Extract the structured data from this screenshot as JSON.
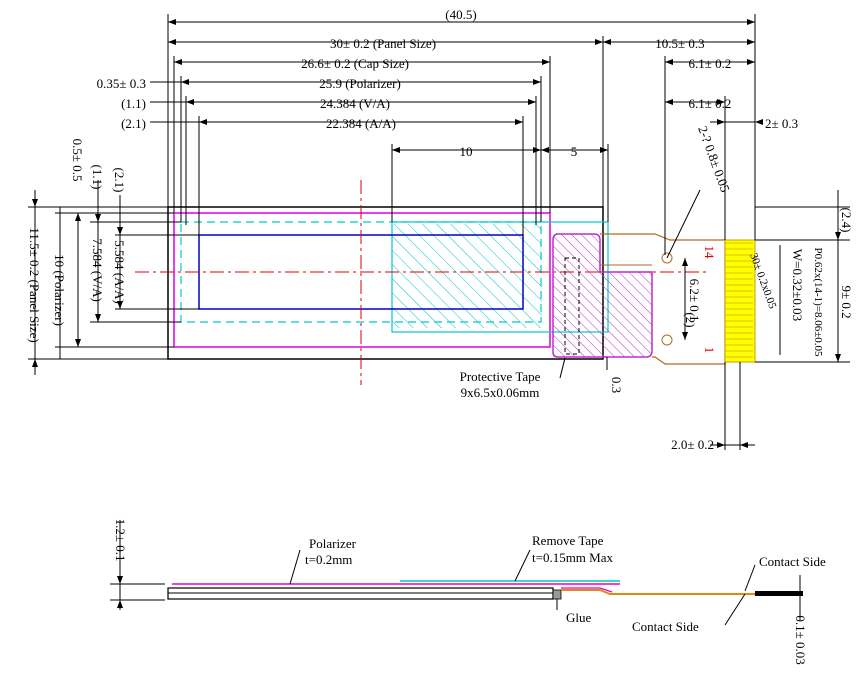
{
  "colors": {
    "line": "#000000",
    "magenta": "#e000e0",
    "cyan": "#00c8d0",
    "blue": "#0000c8",
    "red": "#e00000",
    "purple": "#c02cc8",
    "yellow": "#ffff00",
    "orange": "#d88a10",
    "brown": "#b06a20"
  },
  "top_dims": {
    "overall": "(40.5)",
    "panel": "30± 0.2 (Panel Size)",
    "fpc_len": "10.5± 0.3",
    "cap": "26.6± 0.2 (Cap Size)",
    "fpc_61a": "6.1± 0.2",
    "polarizer_off": "0.35± 0.3",
    "polarizer": "25.9 (Polarizer)",
    "va_off": "(1.1)",
    "va": "24.384 (V/A)",
    "fpc_61b": "6.1± 0.2",
    "aa_off": "(2.1)",
    "aa": "22.384 (A/A)",
    "contact_width": "2± 0.3",
    "tape_10": "10",
    "tape_5": "5",
    "fpc_thk": "2-? 0.8± 0.05"
  },
  "left_dims": {
    "panel_h": "11.5± 0.2 (Panel Size)",
    "polarizer_h": "10 (Polarizer)",
    "va_h": "7.584 (V/A)",
    "aa_h": "5.584 (A/A)",
    "off_05": "0.5± 0.5",
    "off_11": "(1.1)",
    "off_21": "(2.1)"
  },
  "right_dims": {
    "off_24": "(2.4)",
    "h_9": "9± 0.2",
    "pitch": "P0.62x(14-1)=8.06±0.05",
    "width": "W=0.32±0.03",
    "h_62": "6.2± 0.1",
    "pad_2": "(2)",
    "pin_14": "14",
    "pin_1": "1",
    "tiny": "30± 0.2x0.05"
  },
  "bottom_dims": {
    "tape_label": "Protective Tape",
    "tape_size": "9x6.5x0.06mm",
    "d_03": "0.3",
    "d_20": "2.0± 0.2"
  },
  "side_view": {
    "thickness": "1.2± 0.1",
    "polarizer": "Polarizer",
    "polarizer_t": "t=0.2mm",
    "remove_tape": "Remove Tape",
    "remove_tape_t": "t=0.15mm Max",
    "glue": "Glue",
    "contact_side_1": "Contact Side",
    "contact_side_2": "Contact Side",
    "fpc_t": "0.1± 0.03"
  }
}
